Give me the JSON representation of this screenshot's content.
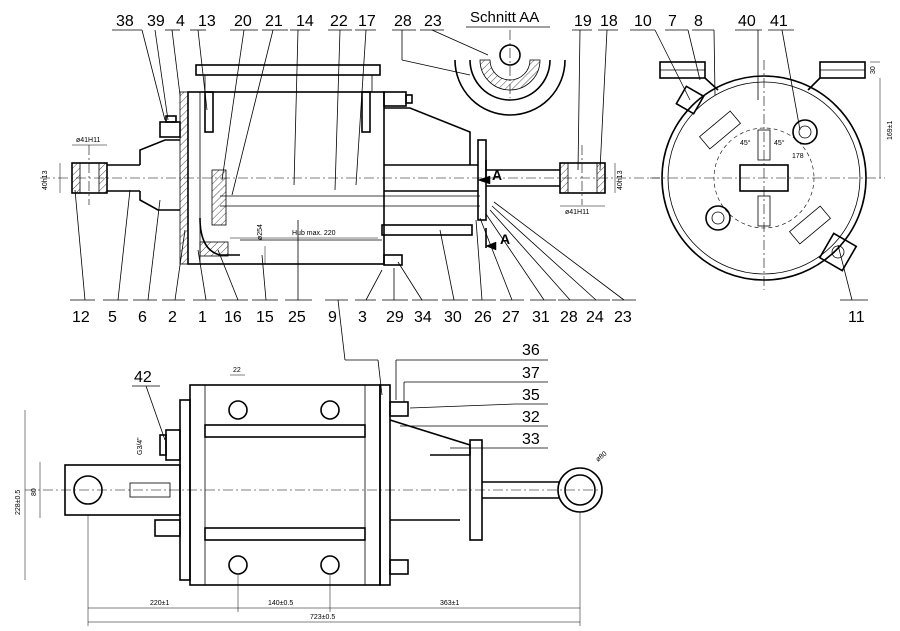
{
  "section_title": "Schnitt AA",
  "section_marker": "A",
  "callouts_top": [
    "38",
    "39",
    "4",
    "13",
    "20",
    "21",
    "14",
    "22",
    "17",
    "28",
    "23",
    "19",
    "18",
    "10",
    "7",
    "8",
    "40",
    "41"
  ],
  "callouts_bottom": [
    "12",
    "5",
    "6",
    "2",
    "1",
    "16",
    "15",
    "25",
    "9",
    "3",
    "29",
    "34",
    "30",
    "26",
    "27",
    "31",
    "28",
    "24",
    "23",
    "11"
  ],
  "callouts_view2": [
    "42",
    "36",
    "37",
    "35",
    "32",
    "33"
  ],
  "dimensions": {
    "left_bore": "ø41H11",
    "left_width": "40h13",
    "right_bore": "ø41H11",
    "right_width": "40h13",
    "stroke": "Hub max. 220",
    "inner_dia": "ø254",
    "angle_a": "45°",
    "angle_b": "45°",
    "bolt_circle": "178",
    "view_height": "169±1",
    "lug_height": "30",
    "hole_pitch": "22",
    "thread": "G3/4\"",
    "lug_width": "80",
    "overall_height": "228±0.5",
    "eye_dia": "ø80",
    "left_len": "220±1",
    "mid_len": "140±0.5",
    "right_len": "363±1",
    "total_len": "723±0.5"
  }
}
